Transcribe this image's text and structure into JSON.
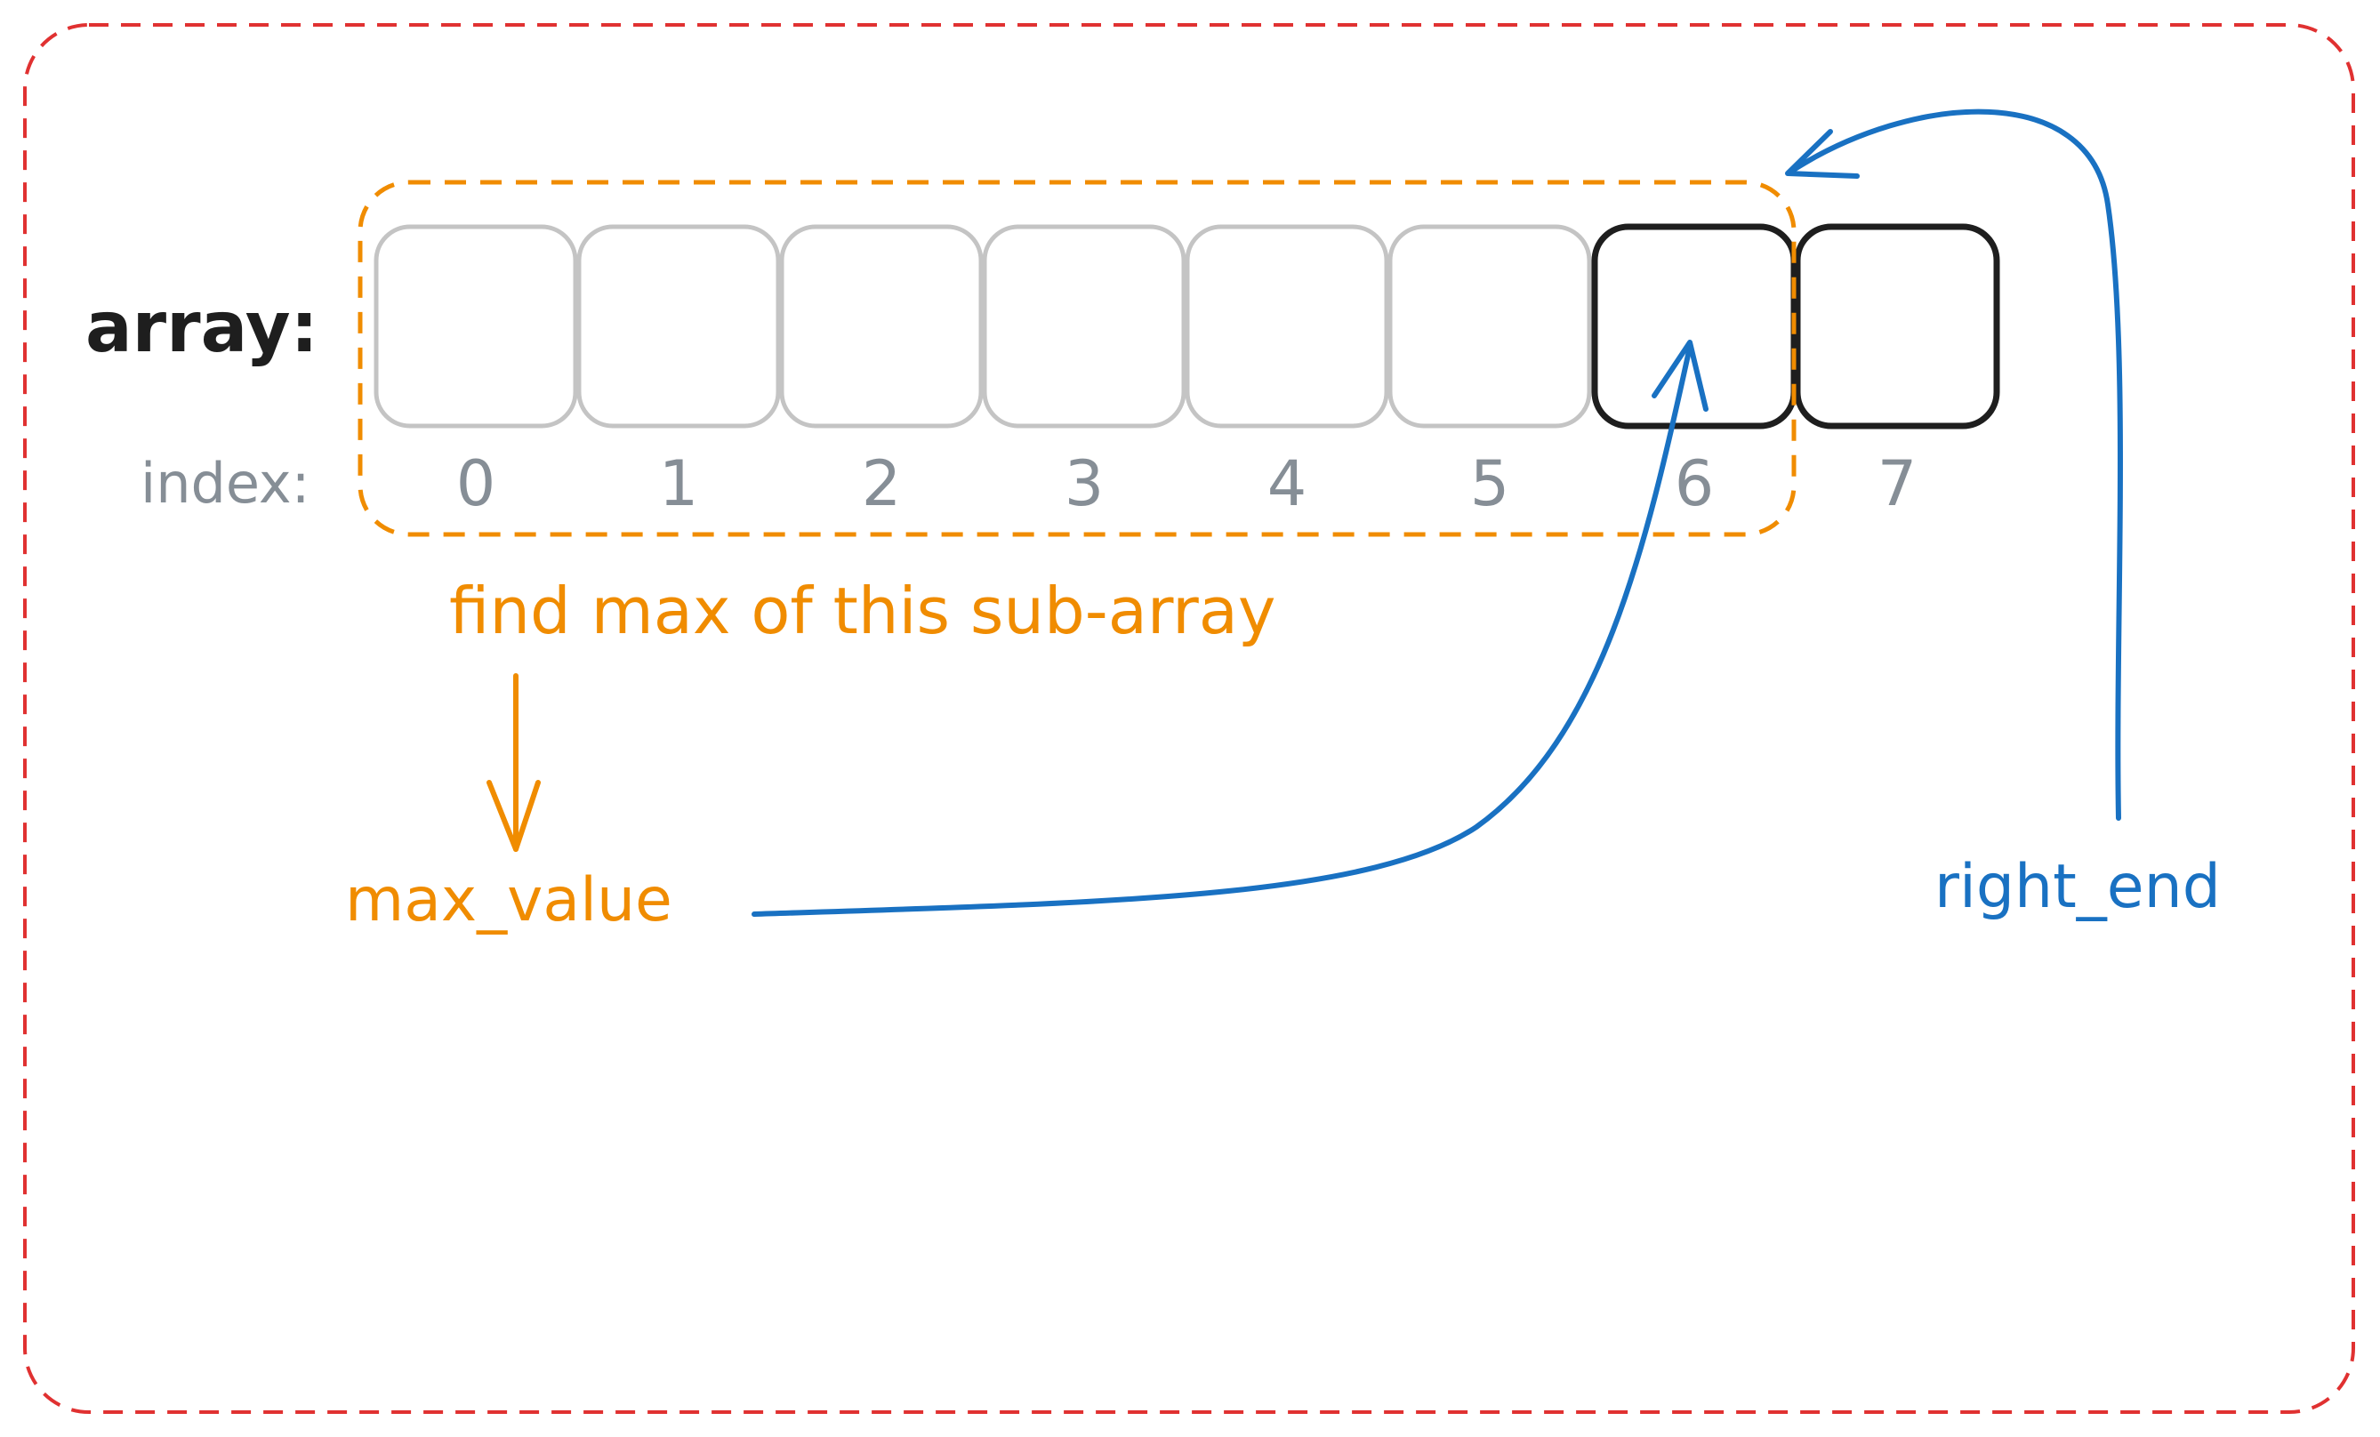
{
  "diagram": {
    "array_label": "array:",
    "index_label": "index:",
    "indices": [
      "0",
      "1",
      "2",
      "3",
      "4",
      "5",
      "6",
      "7"
    ],
    "subarray_caption": "find max of this sub-array",
    "max_value_label": "max_value",
    "right_end_label": "right_end",
    "highlighted_cells": [
      6,
      7
    ],
    "subarray_range": [
      0,
      6
    ]
  },
  "colors": {
    "frame": "#e03131",
    "subarray": "#f08c00",
    "pointer": "#1971c2",
    "cell_inactive": "#c4c4c4",
    "cell_active": "#1e1e1e",
    "index_text": "#868e96",
    "label_text": "#1e1e1e"
  },
  "icons": {
    "down_arrow": "arrow-down-icon",
    "pointer_arrow": "arrow-pointer-icon"
  }
}
